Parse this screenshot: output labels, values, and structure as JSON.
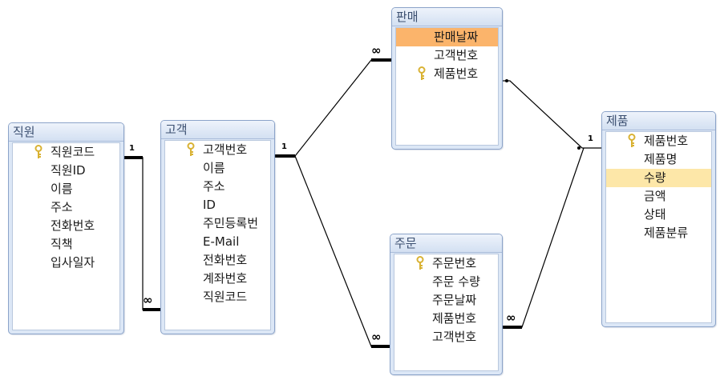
{
  "tables": {
    "employee": {
      "title": "직원",
      "fields": [
        "직원코드",
        "직원ID",
        "이름",
        "주소",
        "전화번호",
        "직책",
        "입사일자"
      ]
    },
    "customer": {
      "title": "고객",
      "fields": [
        "고객번호",
        "이름",
        "주소",
        "ID",
        "주민등록번",
        "E-Mail",
        "전화번호",
        "계좌번호",
        "직원코드"
      ]
    },
    "sales": {
      "title": "판매",
      "fields": [
        "판매날짜",
        "고객번호",
        "제품번호"
      ]
    },
    "order": {
      "title": "주문",
      "fields": [
        "주문번호",
        "주문 수량",
        "주문날짜",
        "제품번호",
        "고객번호"
      ]
    },
    "product": {
      "title": "제품",
      "fields": [
        "제품번호",
        "제품명",
        "수량",
        "금액",
        "상태",
        "제품분류"
      ]
    }
  },
  "relationships": {
    "employee_customer": {
      "one": "1",
      "many": "∞"
    },
    "customer_sales": {
      "one": "1",
      "many": "∞"
    },
    "customer_order": {
      "many": "∞"
    },
    "product_sales": {
      "one": "1"
    },
    "product_order": {
      "many": "∞"
    }
  },
  "colors": {
    "frame": "#8ba3c9",
    "title_bg": "#dce7f6",
    "selected_field": "#fbb46b",
    "highlighted_field": "#fde7a8",
    "key_icon": "#d9b233"
  },
  "icons": {
    "primary_key": "key-icon"
  }
}
